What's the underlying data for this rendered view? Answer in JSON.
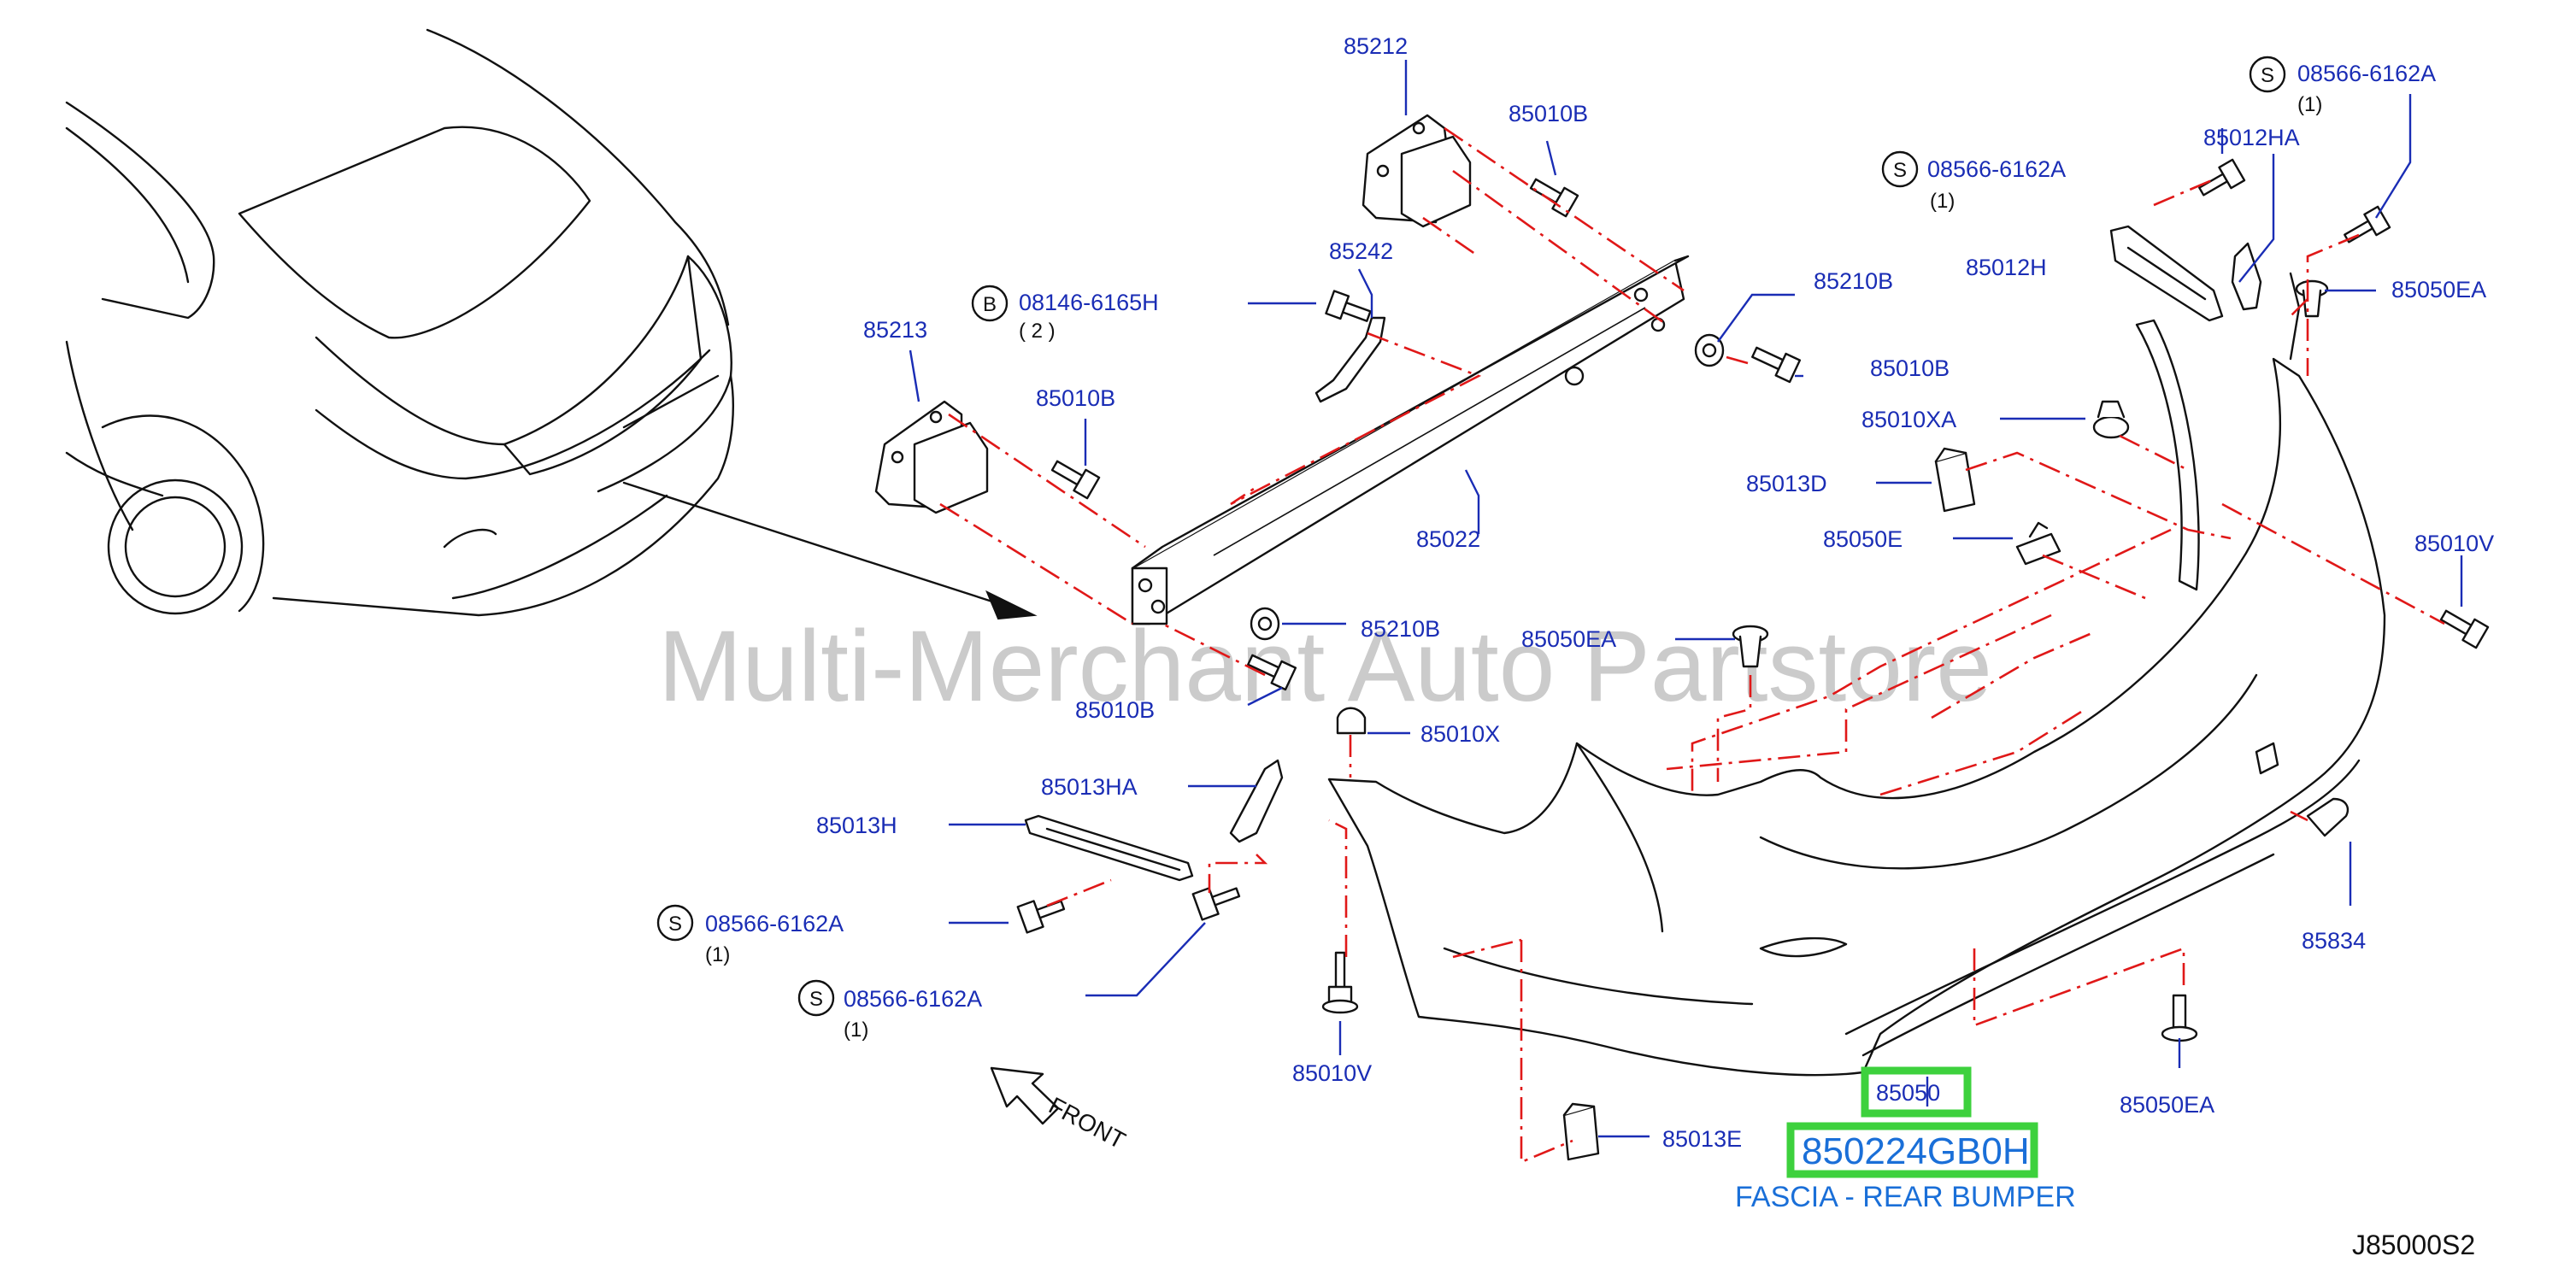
{
  "watermark": "Multi-Merchant Auto Partstore",
  "diagram_code": "J85000S2",
  "front_label": "FRONT",
  "highlight": {
    "part_number": "850224GB0H",
    "description": "FASCIA - REAR BUMPER"
  },
  "labels": {
    "p85212": "85212",
    "p85010B_top": "85010B",
    "p85242": "85242",
    "bolt_spec_08146": "08146-6165H",
    "bolt_spec_08146_qty": "( 2 )",
    "bolt_spec_08146_sym": "B",
    "p85213": "85213",
    "p85010B_left": "85010B",
    "p85210B_right": "85210B",
    "p85010B_right": "85010B",
    "p85022": "85022",
    "p85210B_lower": "85210B",
    "p85010B_lower": "85010B",
    "s_top_spec": "08566-6162A",
    "s_top_qty": "(1)",
    "s_mid_spec": "08566-6162A",
    "s_mid_qty": "(1)",
    "p85012HA": "85012HA",
    "p85012H": "85012H",
    "p85050EA_top": "85050EA",
    "p85010XA": "85010XA",
    "p85013D": "85013D",
    "p85050E": "85050E",
    "p85010V_right": "85010V",
    "p85050EA_mid": "85050EA",
    "p85010X": "85010X",
    "p85013HA": "85013HA",
    "p85013H": "85013H",
    "s_left1_spec": "08566-6162A",
    "s_left1_qty": "(1)",
    "s_left2_spec": "08566-6162A",
    "s_left2_qty": "(1)",
    "p85834": "85834",
    "p85050": "85050",
    "p85050EA_bottom": "85050EA",
    "p85010V_bottom": "85010V",
    "p85013E": "85013E",
    "sym_s": "S"
  }
}
